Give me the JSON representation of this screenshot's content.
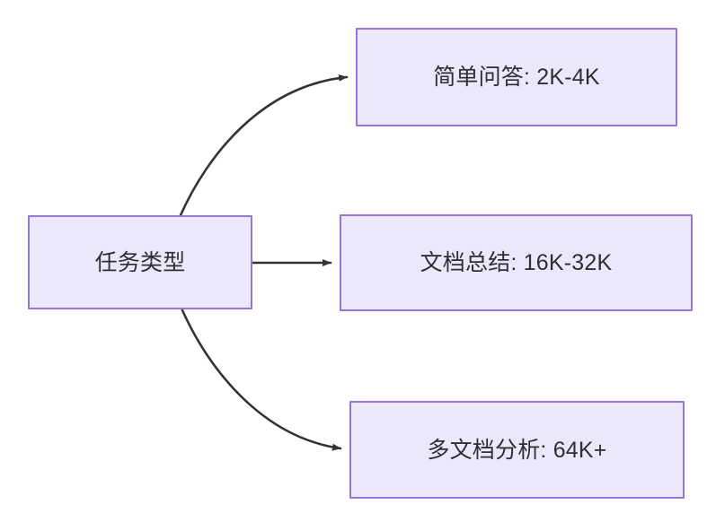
{
  "diagram": {
    "type": "flowchart",
    "direction": "left-to-right",
    "colors": {
      "node_fill": "#ebe8fb",
      "node_border": "#9775d9",
      "node_text": "#2f2f33",
      "edge_stroke": "#333333",
      "background": "#ffffff"
    },
    "root": {
      "id": "task-type",
      "label": "任务类型"
    },
    "branches": [
      {
        "id": "simple-qa",
        "label": "简单问答: 2K-4K",
        "task": "简单问答",
        "context_range": "2K-4K"
      },
      {
        "id": "doc-summary",
        "label": "文档总结: 16K-32K",
        "task": "文档总结",
        "context_range": "16K-32K"
      },
      {
        "id": "multi-doc",
        "label": "多文档分析: 64K+",
        "task": "多文档分析",
        "context_range": "64K+"
      }
    ],
    "edges": [
      {
        "id": "edge-root-to-simple-qa",
        "from": "任务类型",
        "to": "简单问答: 2K-4K",
        "style": "curved",
        "arrow": "arrow-head"
      },
      {
        "id": "edge-root-to-doc-summary",
        "from": "任务类型",
        "to": "文档总结: 16K-32K",
        "style": "straight",
        "arrow": "arrow-head"
      },
      {
        "id": "edge-root-to-multi-doc",
        "from": "任务类型",
        "to": "多文档分析: 64K+",
        "style": "curved",
        "arrow": "arrow-head"
      }
    ]
  }
}
